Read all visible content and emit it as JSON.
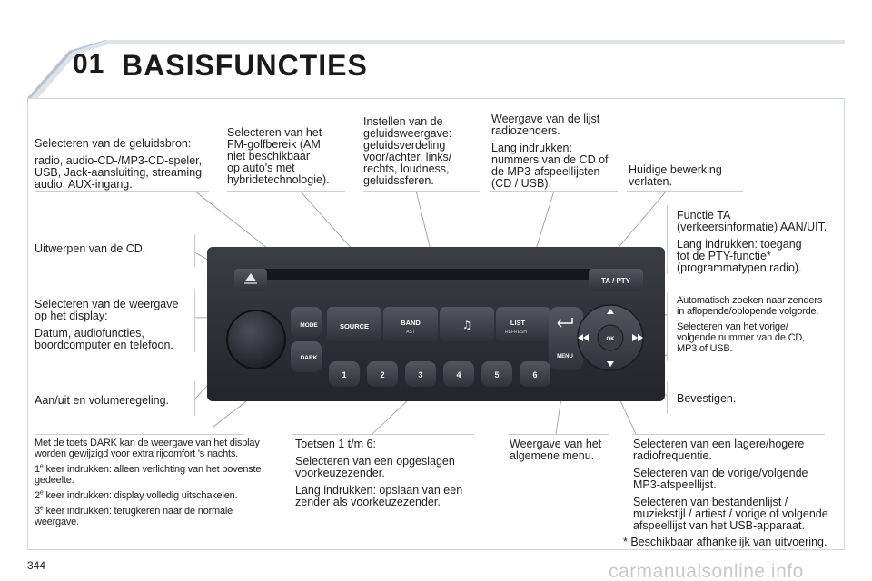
{
  "header": {
    "chapter_number": "01",
    "chapter_title": "BASISFUNCTIES"
  },
  "labels": {
    "source": [
      "Selecteren van de geluidsbron:",
      "radio, audio-CD-/MP3-CD-speler,",
      "USB, Jack-aansluiting, streaming",
      "audio, AUX-ingang."
    ],
    "band": [
      "Selecteren van het",
      "FM-golfbereik (AM",
      "niet beschikbaar",
      "op auto's met",
      "hybridetechnologie)."
    ],
    "sound": [
      "Instellen van de",
      "geluidsweergave:",
      "geluidsverdeling",
      "voor/achter, links/",
      "rechts, loudness,",
      "geluidssferen."
    ],
    "list_1": [
      "Weergave van de lijst",
      "radiozenders."
    ],
    "list_2": [
      "Lang indrukken:",
      "nummers van de CD of",
      "de MP3-afspeellijsten",
      "(CD / USB)."
    ],
    "back": [
      "Huidige bewerking",
      "verlaten."
    ],
    "ta_1": [
      "Functie TA",
      "(verkeersinformatie) AAN/UIT."
    ],
    "ta_2": [
      "Lang indrukken: toegang",
      "tot de PTY-functie*",
      "(programmatypen radio)."
    ],
    "seek": [
      "Automatisch zoeken naar zenders",
      "in aflopende/oplopende volgorde."
    ],
    "prev_next": [
      "Selecteren van het vorige/",
      "volgende nummer van de CD,",
      "MP3 of USB."
    ],
    "confirm": "Bevestigen.",
    "eject": "Uitwerpen van de CD.",
    "mode_1": [
      "Selecteren van de weergave",
      "op het display:"
    ],
    "mode_2": [
      "Datum, audiofuncties,",
      "boordcomputer en telefoon."
    ],
    "power": "Aan/uit en volumeregeling.",
    "dark_intro": [
      "Met de toets DARK kan de weergave van het display",
      "worden gewijzigd voor extra rijcomfort 's nachts."
    ],
    "dark_1": {
      "num": "1",
      "sup": "e",
      "text": [
        " keer indrukken: alleen verlichting van het bovenste",
        "gedeelte."
      ]
    },
    "dark_2": {
      "num": "2",
      "sup": "e",
      "text": [
        " keer indrukken: display volledig uitschakelen."
      ]
    },
    "dark_3": {
      "num": "3",
      "sup": "e",
      "text": [
        " keer indrukken: terugkeren naar de normale",
        "weergave."
      ]
    },
    "presets_1": "Toetsen 1 t/m 6:",
    "presets_2": [
      "Selecteren van een opgeslagen",
      "voorkeuzezender."
    ],
    "presets_3": [
      "Lang indrukken: opslaan van een",
      "zender als voorkeuzezender."
    ],
    "menu": [
      "Weergave van het",
      "algemene menu."
    ],
    "freq_1": [
      "Selecteren van een lagere/hogere",
      "radiofrequentie."
    ],
    "freq_2": [
      "Selecteren van de vorige/volgende",
      "MP3-afspeellijst."
    ],
    "freq_3": [
      "Selecteren van bestandenlijst /",
      "muziekstijl / artiest / vorige of volgende",
      "afspeellijst van het USB-apparaat."
    ]
  },
  "footnote": {
    "star": "*",
    "text": " Beschikbaar afhankelijk van uitvoering."
  },
  "page_number": "344",
  "watermark": "carmanualsonline.info",
  "radio": {
    "buttons": {
      "source": "SOURCE",
      "band": "BAND",
      "band_sub": "AST",
      "list": "LIST",
      "list_sub": "REFRESH",
      "mode": "MODE",
      "dark": "DARK",
      "menu": "MENU",
      "ta_pty": "TA / PTY",
      "ok": "OK"
    },
    "presets": [
      "1",
      "2",
      "3",
      "4",
      "5",
      "6"
    ]
  },
  "colors": {
    "panel": "#2b2d31",
    "button": "#3c3f44",
    "header_tab": "#e8ecf0",
    "frame_border": "#cfd6dd"
  }
}
